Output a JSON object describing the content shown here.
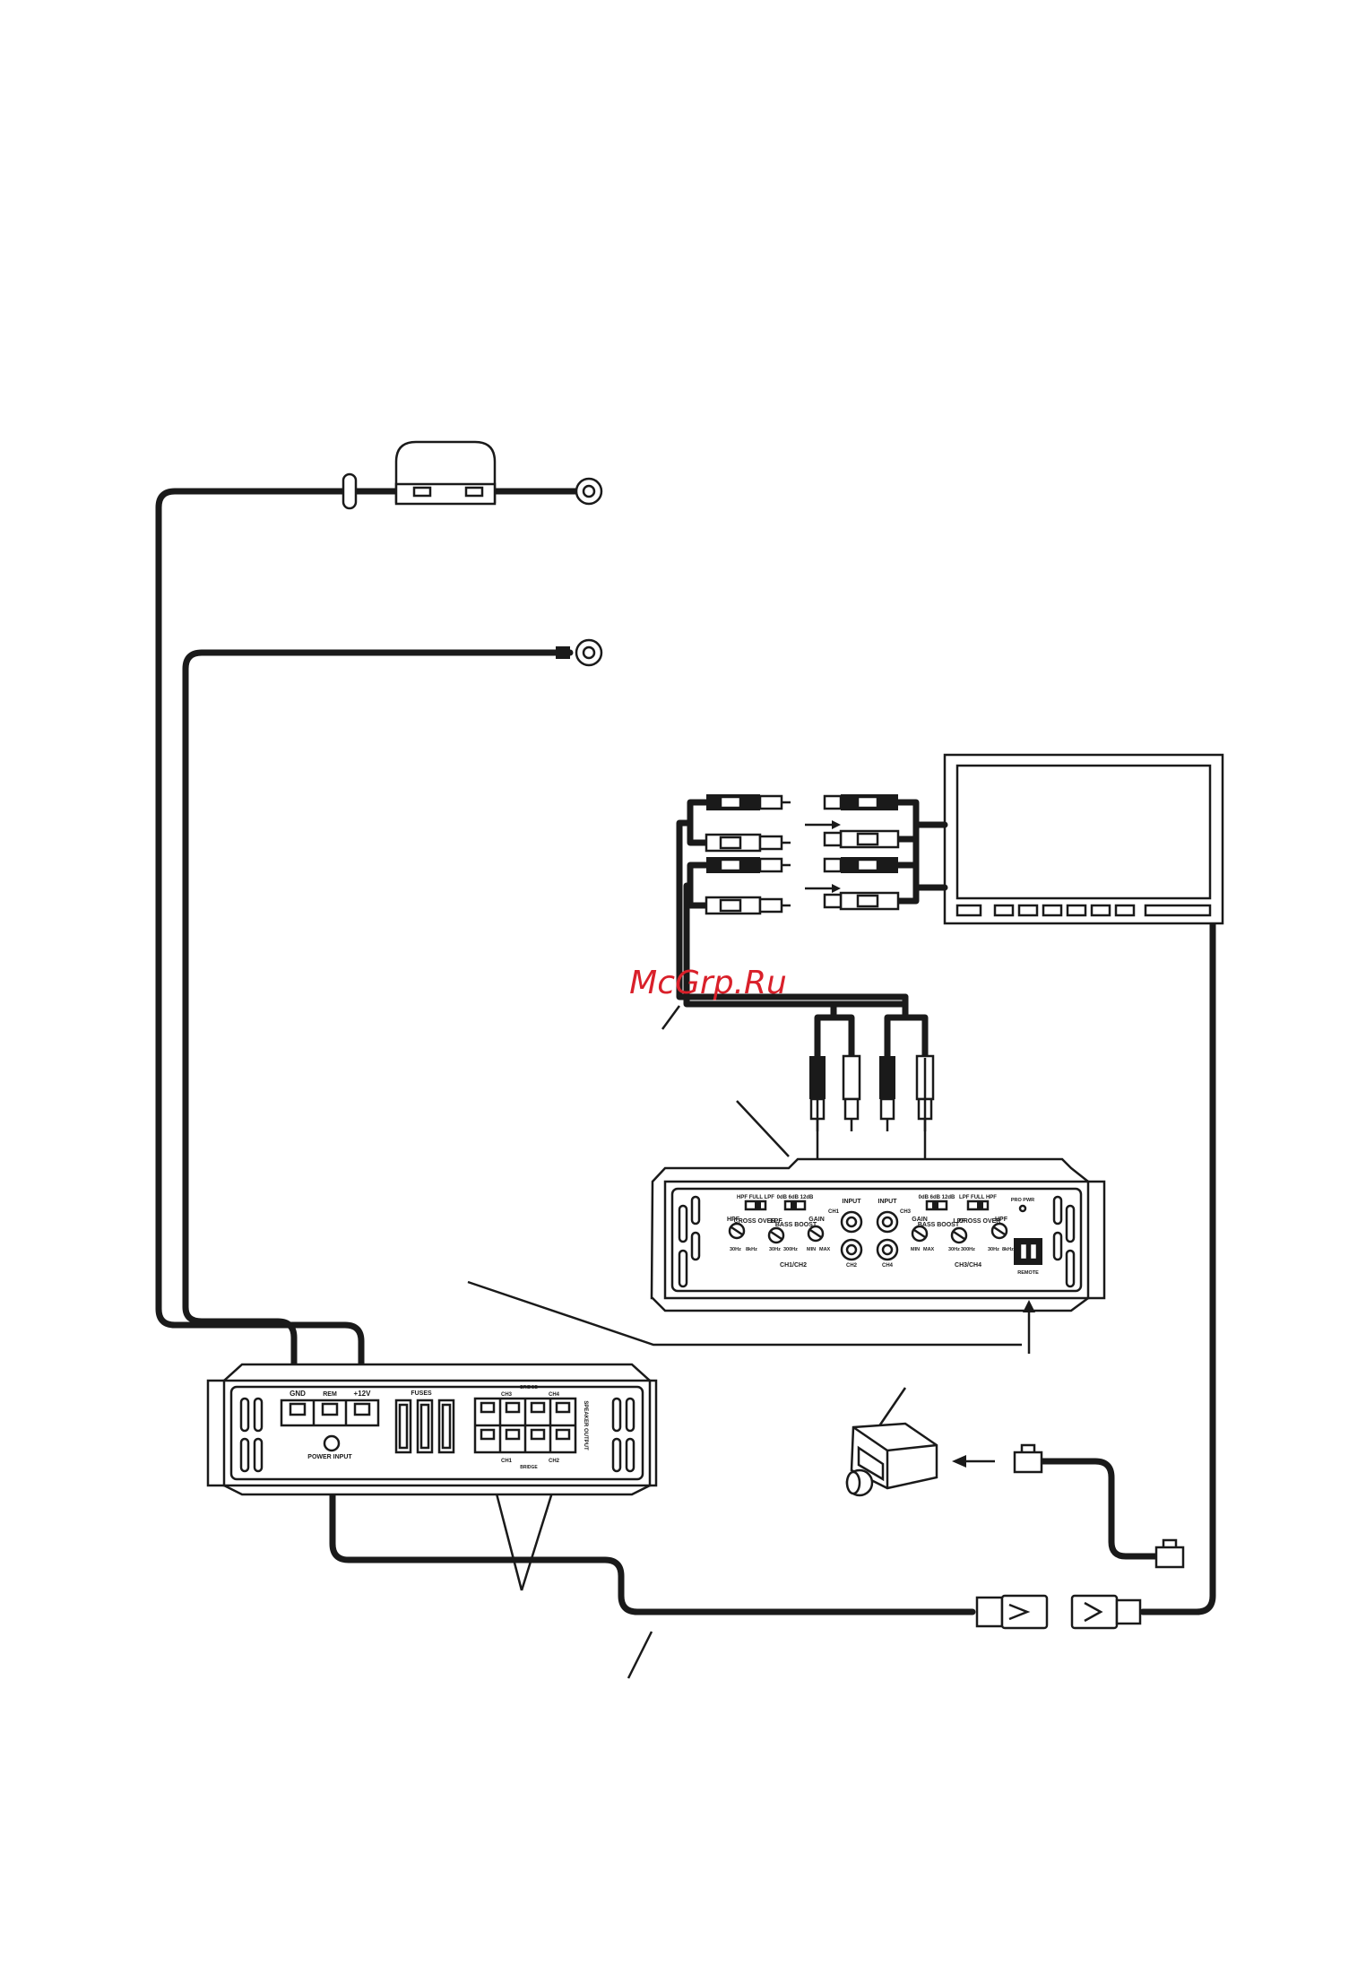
{
  "watermark": "McGrp.Ru",
  "master_amp": {
    "power_terminals": [
      "GND",
      "REM",
      "+12V"
    ],
    "power_input_label": "POWER INPUT",
    "fuses_label": "FUSES",
    "speaker_output_label": "SPEAKER OUTPUT",
    "channel_labels": [
      "CH3",
      "CH4",
      "CH1",
      "CH2"
    ],
    "bridge_label": "BRIDGE"
  },
  "slave_amp": {
    "switch_left": [
      "HPF",
      "FULL",
      "LPF"
    ],
    "boost_left": [
      "0dB",
      "6dB",
      "12dB"
    ],
    "knob_labels_left": [
      "HPF",
      "CROSS OVER",
      "LPF",
      "BASS BOOST",
      "GAIN"
    ],
    "range_left": [
      "30Hz",
      "8kHz",
      "30Hz",
      "300Hz",
      "MIN",
      "MAX"
    ],
    "input_left": "INPUT",
    "input_right": "INPUT",
    "ch1": "CH1",
    "ch2": "CH2",
    "ch3": "CH3",
    "ch4": "CH4",
    "boost_right": [
      "0dB",
      "6dB",
      "12dB"
    ],
    "switch_right": [
      "LPF",
      "FULL",
      "HPF"
    ],
    "knob_labels_right": [
      "GAIN",
      "BASS BOOST",
      "LPF",
      "CROSS OVER",
      "HPF"
    ],
    "range_right": [
      "MIN",
      "MAX",
      "30Hz",
      "300Hz",
      "30Hz",
      "8kHz"
    ],
    "pro_pwr": "PRO PWR",
    "group_left": "CH1/CH2",
    "group_right": "CH3/CH4",
    "remote_label": "REMOTE"
  }
}
